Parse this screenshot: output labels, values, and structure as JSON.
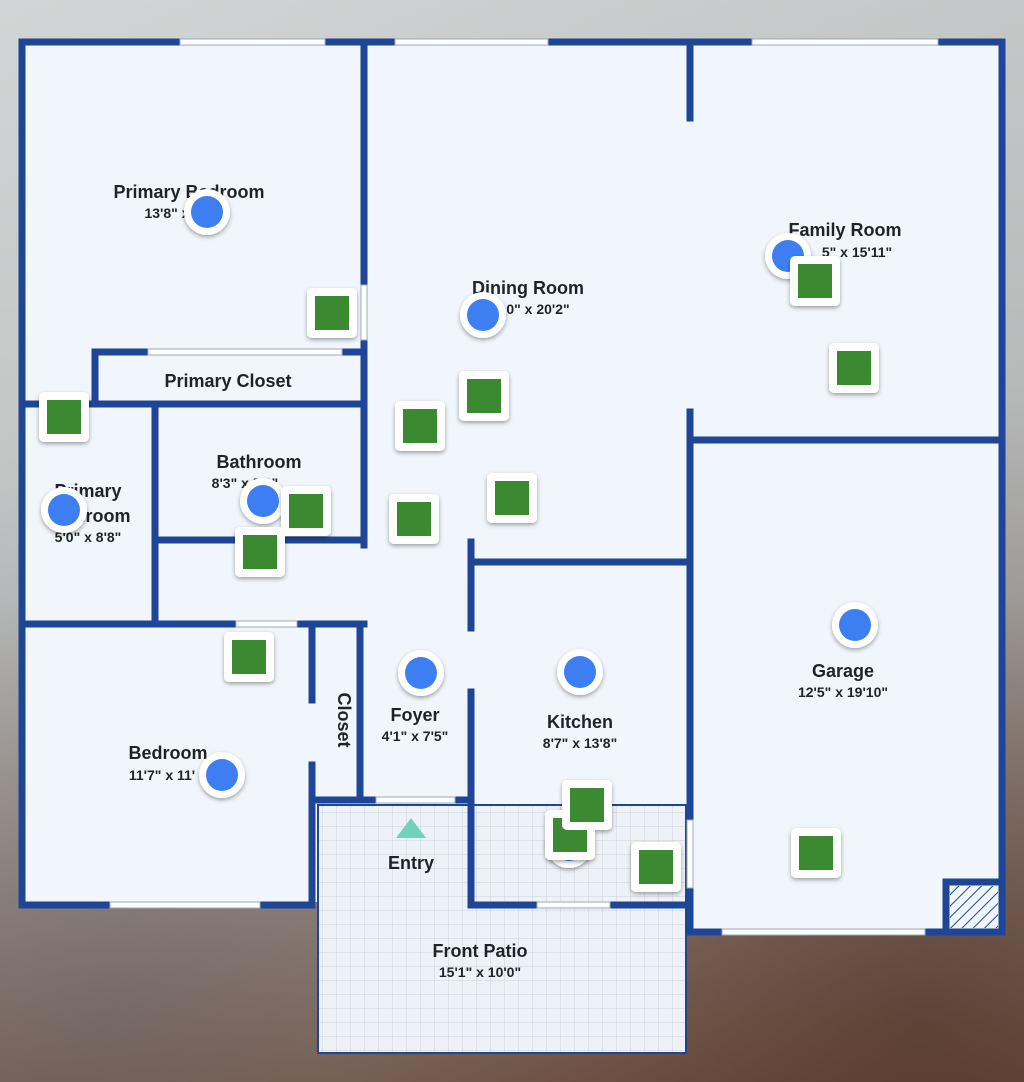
{
  "rooms": {
    "primary_bedroom": {
      "name": "Primary Bedroom",
      "dims": "13'8\" x"
    },
    "dining_room": {
      "name": "Dining Room",
      "dims": "0\" x 20'2\""
    },
    "family_room": {
      "name": "Family Room",
      "dims": "5\" x 15'11\""
    },
    "primary_closet": {
      "name": "Primary Closet"
    },
    "bathroom": {
      "name": "Bathroom",
      "dims": "8'3\" x 5'2\""
    },
    "primary_bathroom": {
      "name_line1": "Primary",
      "name_line2": "Bathroom",
      "dims": "5'0\" x 8'8\""
    },
    "garage": {
      "name": "Garage",
      "dims": "12'5\" x 19'10\""
    },
    "bedroom": {
      "name": "Bedroom",
      "dims": "11'7\" x 11'"
    },
    "closet": {
      "name": "Closet"
    },
    "foyer": {
      "name": "Foyer",
      "dims": "4'1\" x 7'5\""
    },
    "kitchen": {
      "name": "Kitchen",
      "dims": "8'7\" x 13'8\""
    },
    "entry": {
      "name": "Entry"
    },
    "front_patio": {
      "name": "Front Patio",
      "dims": "15'1\" x 10'0\""
    }
  },
  "colors": {
    "wall": "#1f4696",
    "floor": "#f0f6fc",
    "room_marker": "#3d7ff2",
    "photo_marker": "#3a8a32",
    "entry_marker": "#6fd3b8",
    "patio": "#e9eef3"
  },
  "icons": {
    "room_marker": "blue-circle-pin-icon",
    "photo_marker": "green-square-photo-icon",
    "entry_marker": "entry-triangle-icon"
  }
}
